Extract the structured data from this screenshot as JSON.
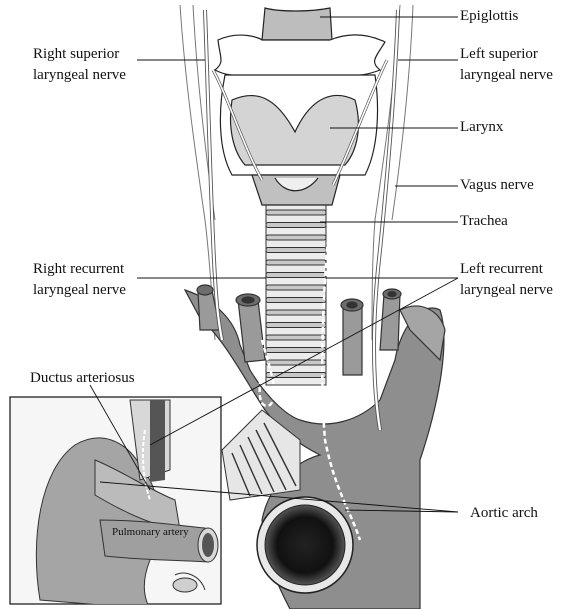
{
  "labels": {
    "epiglottis": "Epiglottis",
    "right_superior_1": "Right superior",
    "right_superior_2": "laryngeal nerve",
    "left_superior_1": "Left superior",
    "left_superior_2": "laryngeal nerve",
    "larynx": "Larynx",
    "vagus": "Vagus nerve",
    "trachea": "Trachea",
    "right_recurrent_1": "Right recurrent",
    "right_recurrent_2": "laryngeal nerve",
    "left_recurrent_1": "Left recurrent",
    "left_recurrent_2": "laryngeal nerve",
    "ductus": "Ductus arteriosus",
    "pulmonary": "Pulmonary artery",
    "aortic_arch": "Aortic arch"
  },
  "colors": {
    "vessel": "#8c8c8c",
    "vessel_light": "#b5b5b5",
    "cartilage": "#d9d9d9",
    "nerve": "#ffffff",
    "outline": "#222222"
  }
}
